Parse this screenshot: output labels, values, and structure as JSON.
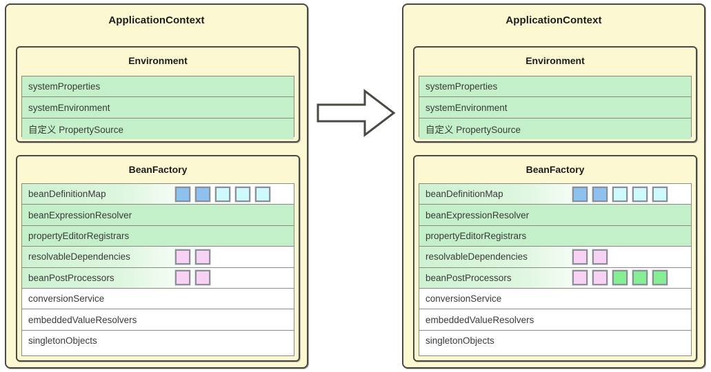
{
  "diagram": {
    "type": "before-after-comparison",
    "connector": {
      "icon": "right-block-arrow-icon",
      "direction": "right"
    },
    "colors": {
      "panel_bg": "#fcf8d2",
      "panel_border": "#4a4a42",
      "row_green": "#c3f0c8",
      "chip_blue": "#8cc1f0",
      "chip_cyan": "#cdfbfd",
      "chip_pink": "#f8d2f5",
      "chip_green": "#86ee94",
      "page_bg": "#ffffff"
    }
  },
  "panels": [
    {
      "id": "before",
      "title": "ApplicationContext",
      "groups": [
        {
          "id": "environment",
          "title": "Environment",
          "rows": [
            {
              "label": "systemProperties",
              "style": "fill-green",
              "chips": []
            },
            {
              "label": "systemEnvironment",
              "style": "fill-green",
              "chips": []
            },
            {
              "label": "自定义 PropertySource",
              "style": "fill-green",
              "chips": []
            }
          ]
        },
        {
          "id": "beanfactory",
          "title": "BeanFactory",
          "rows": [
            {
              "label": "beanDefinitionMap",
              "style": "grad-green",
              "chips": [
                "blue",
                "blue",
                "cyan",
                "cyan",
                "cyan"
              ]
            },
            {
              "label": "beanExpressionResolver",
              "style": "fill-green",
              "chips": []
            },
            {
              "label": "propertyEditorRegistrars",
              "style": "fill-green",
              "chips": []
            },
            {
              "label": "resolvableDependencies",
              "style": "grad-green",
              "chips": [
                "pink",
                "pink"
              ]
            },
            {
              "label": "beanPostProcessors",
              "style": "grad-green",
              "chips": [
                "pink",
                "pink"
              ]
            },
            {
              "label": "conversionService",
              "style": "plain",
              "chips": []
            },
            {
              "label": "embeddedValueResolvers",
              "style": "plain",
              "chips": []
            },
            {
              "label": "singletonObjects",
              "style": "plain",
              "chips": []
            }
          ]
        }
      ]
    },
    {
      "id": "after",
      "title": "ApplicationContext",
      "groups": [
        {
          "id": "environment",
          "title": "Environment",
          "rows": [
            {
              "label": "systemProperties",
              "style": "fill-green",
              "chips": []
            },
            {
              "label": "systemEnvironment",
              "style": "fill-green",
              "chips": []
            },
            {
              "label": "自定义 PropertySource",
              "style": "fill-green",
              "chips": []
            }
          ]
        },
        {
          "id": "beanfactory",
          "title": "BeanFactory",
          "rows": [
            {
              "label": "beanDefinitionMap",
              "style": "grad-green",
              "chips": [
                "blue",
                "blue",
                "cyan",
                "cyan",
                "cyan"
              ]
            },
            {
              "label": "beanExpressionResolver",
              "style": "fill-green",
              "chips": []
            },
            {
              "label": "propertyEditorRegistrars",
              "style": "fill-green",
              "chips": []
            },
            {
              "label": "resolvableDependencies",
              "style": "grad-green",
              "chips": [
                "pink",
                "pink"
              ]
            },
            {
              "label": "beanPostProcessors",
              "style": "grad-green",
              "chips": [
                "pink",
                "pink",
                "green",
                "green",
                "green"
              ]
            },
            {
              "label": "conversionService",
              "style": "plain",
              "chips": []
            },
            {
              "label": "embeddedValueResolvers",
              "style": "plain",
              "chips": []
            },
            {
              "label": "singletonObjects",
              "style": "plain",
              "chips": []
            }
          ]
        }
      ]
    }
  ]
}
